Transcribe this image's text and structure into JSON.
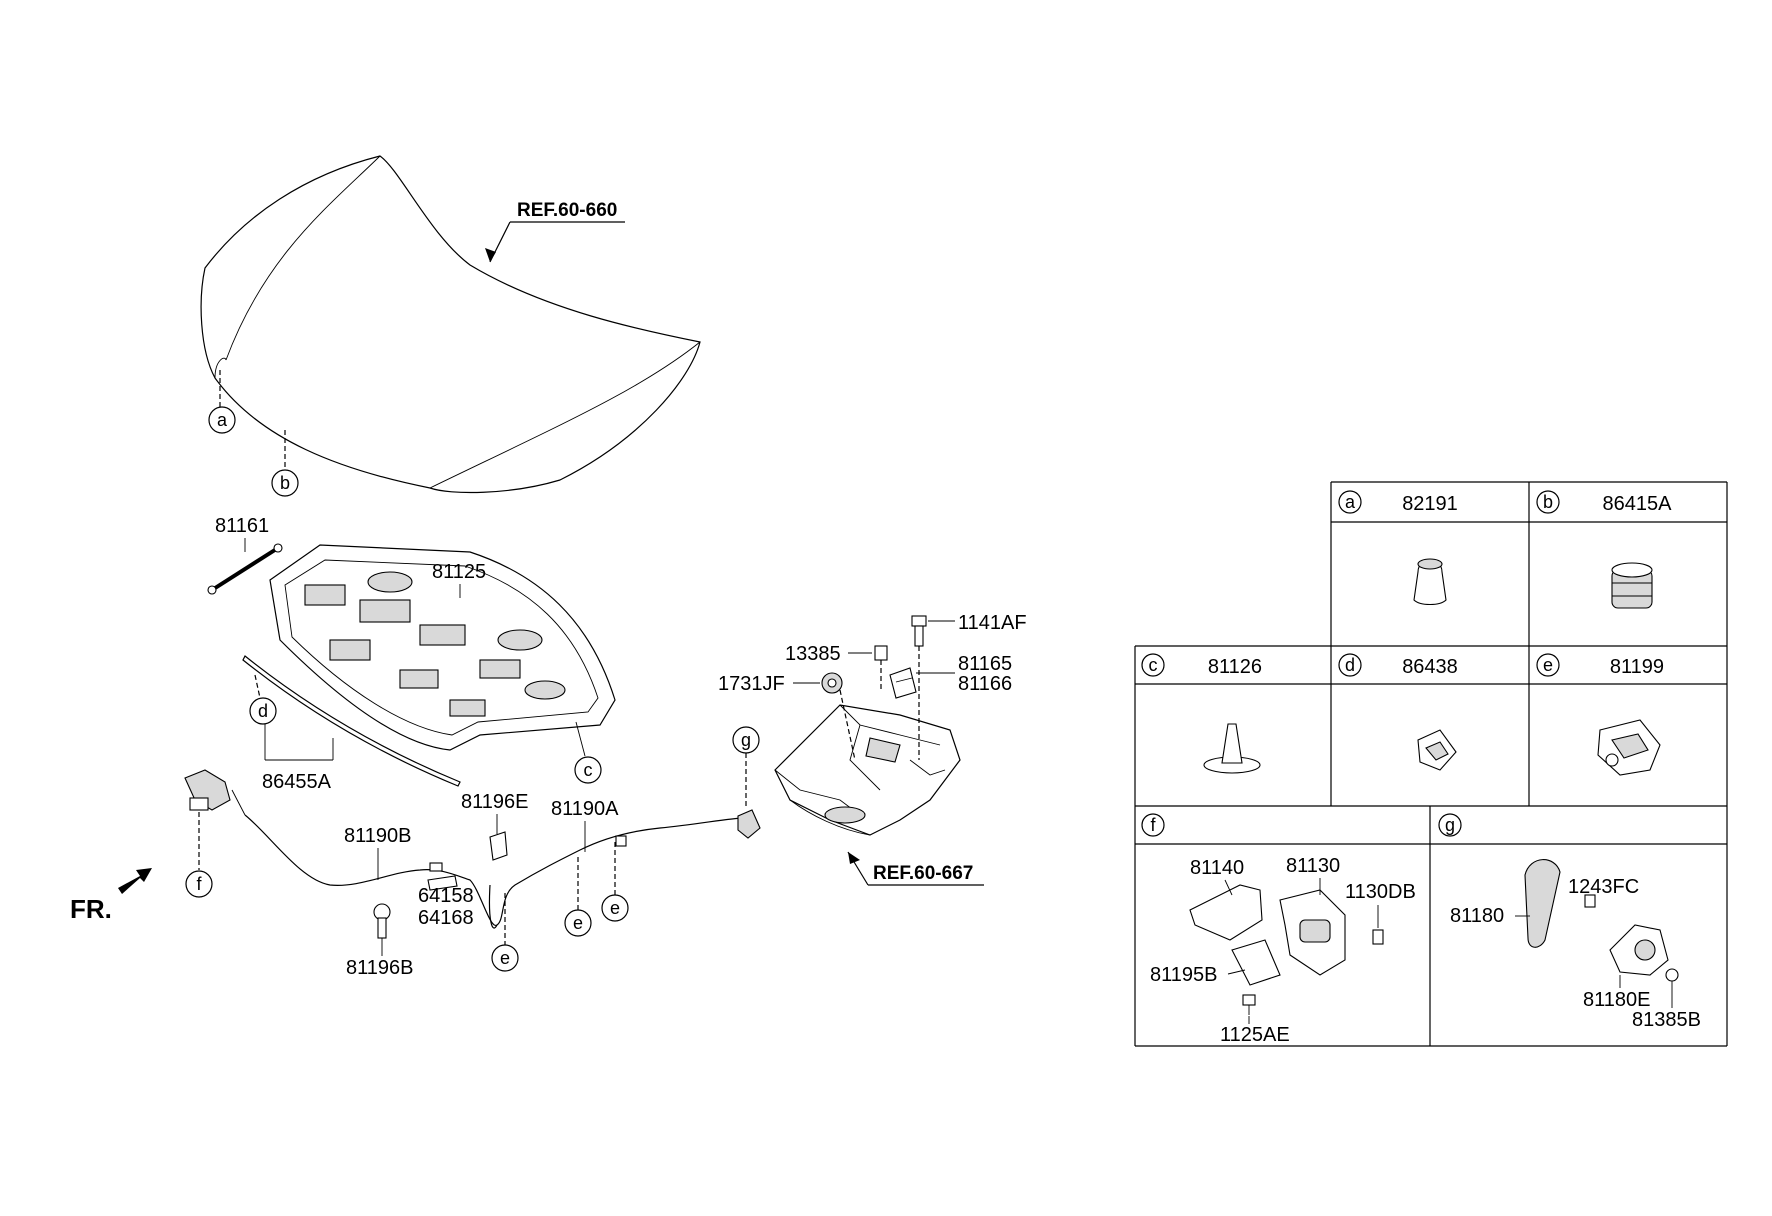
{
  "diagram": {
    "refs": {
      "hood": "REF.60-660",
      "body": "REF.60-667"
    },
    "front_marker": "FR.",
    "callouts": {
      "a": "a",
      "b": "b",
      "c": "c",
      "d": "d",
      "e": "e",
      "f": "f",
      "g": "g"
    },
    "labels": {
      "p81161": "81161",
      "p81125": "81125",
      "p86455A": "86455A",
      "p81190B": "81190B",
      "p81196E": "81196E",
      "p81190A": "81190A",
      "p64158": "64158",
      "p64168": "64168",
      "p81196B": "81196B",
      "p1141AF": "1141AF",
      "p13385": "13385",
      "p81165": "81165",
      "p81166": "81166",
      "p1731JF": "1731JF"
    },
    "table": {
      "cells": [
        {
          "key": "a",
          "part": "82191"
        },
        {
          "key": "b",
          "part": "86415A"
        },
        {
          "key": "c",
          "part": "81126"
        },
        {
          "key": "d",
          "part": "86438"
        },
        {
          "key": "e",
          "part": "81199"
        }
      ],
      "f": {
        "key": "f",
        "parts": {
          "p81140": "81140",
          "p81130": "81130",
          "p1130DB": "1130DB",
          "p81195B": "81195B",
          "p1125AE": "1125AE"
        }
      },
      "g": {
        "key": "g",
        "parts": {
          "p81180": "81180",
          "p1243FC": "1243FC",
          "p81180E": "81180E",
          "p81385B": "81385B"
        }
      }
    }
  }
}
